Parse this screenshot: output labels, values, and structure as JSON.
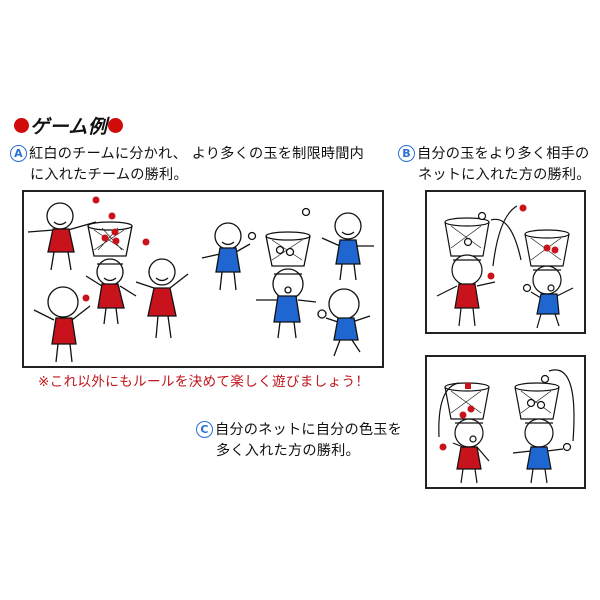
{
  "heading": {
    "title": "ゲーム例",
    "bullet_color": "#d10a0a"
  },
  "rules": [
    {
      "id": "A",
      "line1": "紅白のチームに分かれ、 より多くの玉を制限時間内",
      "line2": "に入れたチームの勝利。"
    },
    {
      "id": "B",
      "line1": "自分の玉をより多く相手の",
      "line2": "ネットに入れた方の勝利。"
    },
    {
      "id": "C",
      "line1": "自分のネットに自分の色玉を",
      "line2": "多く入れた方の勝利。"
    }
  ],
  "note": "※これ以外にもルールを決めて楽しく遊びましょう！",
  "colors": {
    "red_team": "#c8121c",
    "blue_team": "#1f66d1",
    "badge": "#2a6fd6",
    "note_text": "#c0141b"
  },
  "illustrations": {
    "A": "Red team and blue team players throwing balls into baskets worn on heads",
    "B": "Two players throwing balls into each other's head baskets",
    "C": "Two players throwing their own colored balls into their own head baskets"
  }
}
